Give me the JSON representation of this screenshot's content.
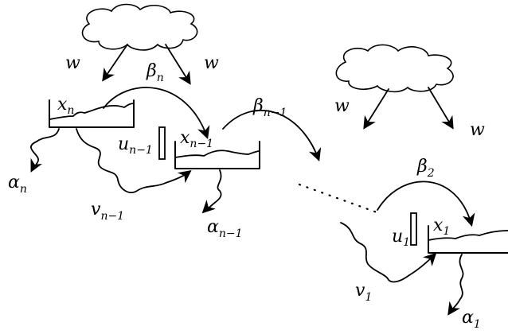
{
  "labels": {
    "w_left_1": "w",
    "w_left_2": "w",
    "w_right_1": "w",
    "w_right_2": "w",
    "x_n": "x",
    "x_n_sub": "n",
    "x_n1": "x",
    "x_n1_sub": "n−1",
    "x_1": "x",
    "x_1_sub": "1",
    "beta_n": "β",
    "beta_n_sub": "n",
    "beta_n1": "β",
    "beta_n1_sub": "n−1",
    "beta_2": "β",
    "beta_2_sub": "2",
    "u_n1": "u",
    "u_n1_sub": "n−1",
    "u_1": "u",
    "u_1_sub": "1",
    "alpha_n": "α",
    "alpha_n_sub": "n",
    "alpha_n1": "α",
    "alpha_n1_sub": "n−1",
    "alpha_1": "α",
    "alpha_1_sub": "1",
    "v_n1": "v",
    "v_n1_sub": "n−1",
    "v_1": "v",
    "v_1_sub": "1"
  }
}
